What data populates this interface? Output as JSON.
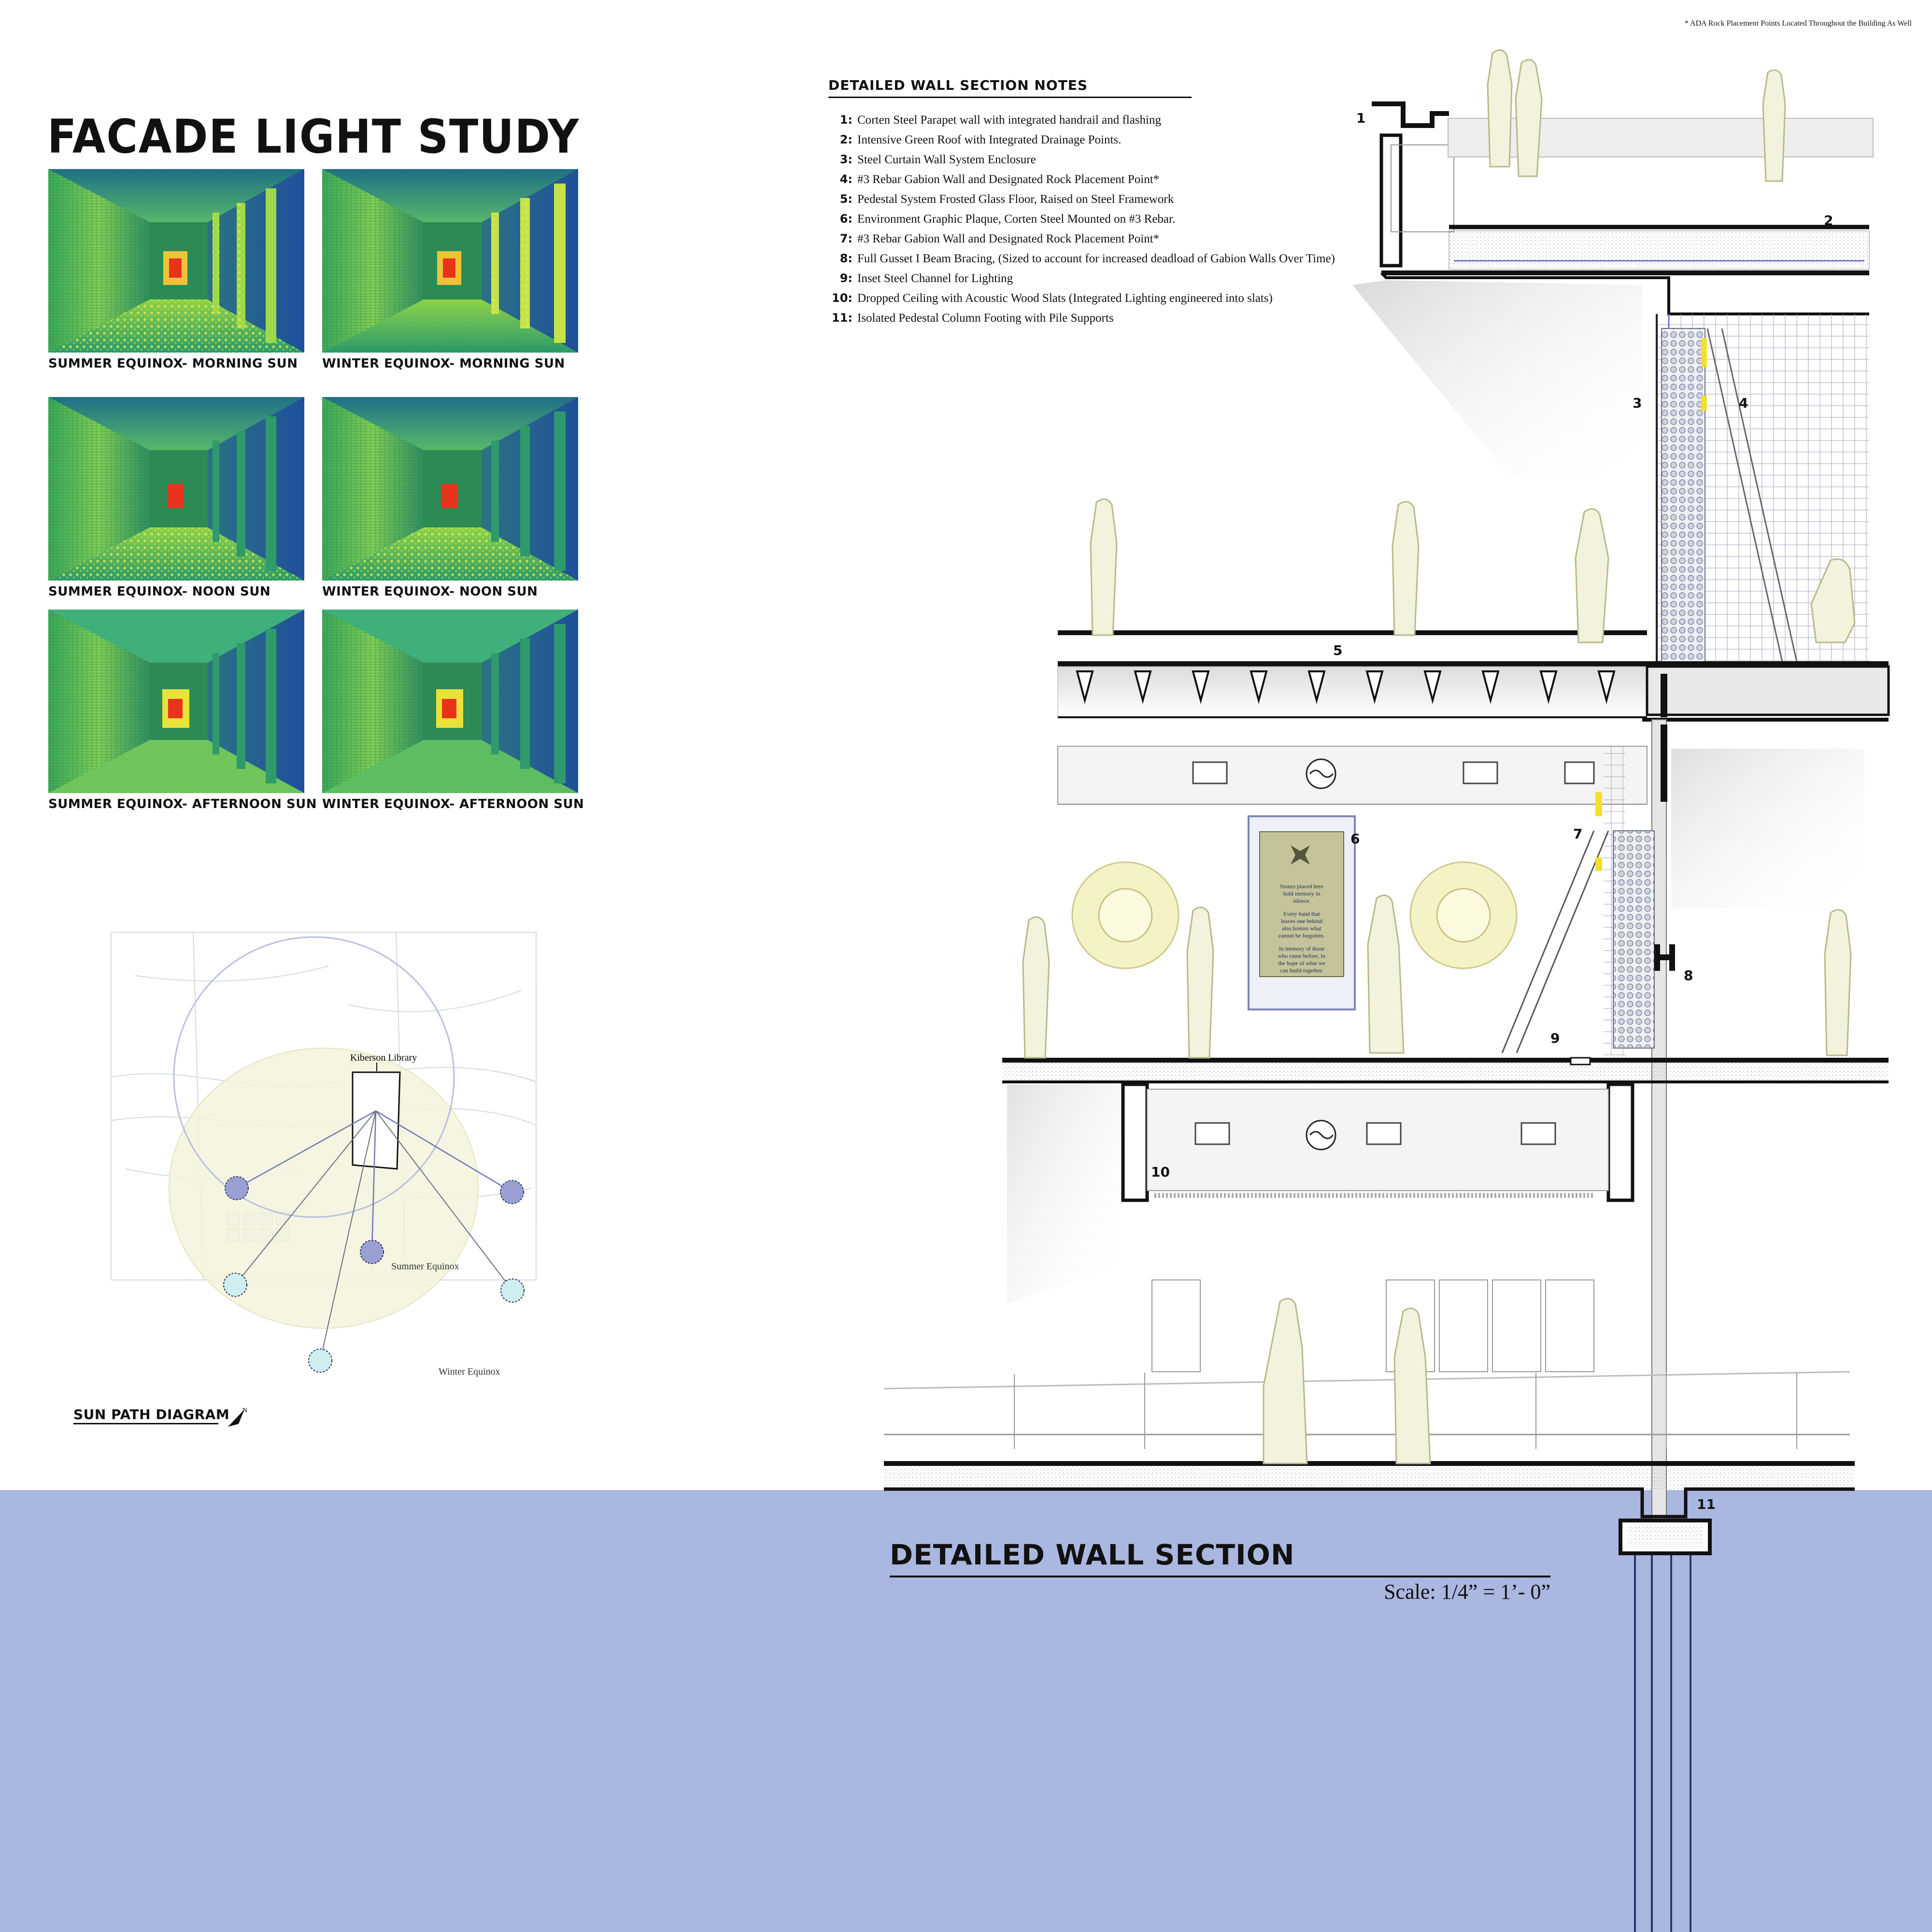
{
  "footnote": "* ADA Rock Placement Points Located Throughout the Building As Well",
  "light_study": {
    "title": "FACADE LIGHT STUDY",
    "panels": [
      {
        "caption": "SUMMER EQUINOX- MORNING SUN"
      },
      {
        "caption": "WINTER EQUINOX- MORNING SUN"
      },
      {
        "caption": "SUMMER EQUINOX- NOON SUN"
      },
      {
        "caption": "WINTER EQUINOX- NOON SUN"
      },
      {
        "caption": "SUMMER EQUINOX- AFTERNOON SUN"
      },
      {
        "caption": "WINTER EQUINOX- AFTERNOON SUN"
      }
    ]
  },
  "notes": {
    "title": "DETAILED WALL SECTION NOTES",
    "items": [
      {
        "num": "1:",
        "text": "Corten Steel Parapet wall with integrated handrail and flashing"
      },
      {
        "num": "2:",
        "text": "Intensive Green Roof with Integrated Drainage Points."
      },
      {
        "num": "3:",
        "text": "Steel Curtain Wall System Enclosure"
      },
      {
        "num": "4:",
        "text": "#3 Rebar Gabion Wall and Designated Rock Placement Point*"
      },
      {
        "num": "5:",
        "text": "Pedestal System Frosted Glass Floor, Raised on Steel Framework"
      },
      {
        "num": "6:",
        "text": "Environment Graphic Plaque, Corten Steel Mounted on #3 Rebar."
      },
      {
        "num": "7:",
        "text": "#3 Rebar Gabion Wall and Designated Rock Placement Point*"
      },
      {
        "num": "8:",
        "text": "Full Gusset I Beam Bracing, (Sized to account for increased deadload of Gabion Walls Over Time)"
      },
      {
        "num": "9:",
        "text": "Inset Steel Channel for Lighting"
      },
      {
        "num": "10:",
        "text": "Dropped Ceiling with Acoustic Wood Slats (Integrated Lighting engineered into slats)"
      },
      {
        "num": "11:",
        "text": "Isolated Pedestal Column Footing with Pile Supports"
      }
    ]
  },
  "sun_path": {
    "title": "SUN PATH DIAGRAM",
    "building_label": "Kiberson Library",
    "summer_label": "Summer Equinox",
    "winter_label": "Winter Equinox",
    "north": "N"
  },
  "plaque": {
    "lines": [
      "Stones placed here",
      "hold memory in",
      "silence.",
      "",
      "Every hand that",
      "leaves one behind",
      "also honors what",
      "cannot be forgotten.",
      "",
      "In memory of those",
      "who came before, In",
      "the hope of what we",
      "can build together."
    ]
  },
  "callouts": [
    "1",
    "2",
    "3",
    "4",
    "5",
    "6",
    "7",
    "8",
    "9",
    "10",
    "11"
  ],
  "wall_section": {
    "title": "DETAILED WALL SECTION",
    "scale": "Scale: 1/4” = 1’- 0”"
  },
  "colors": {
    "water": "#aab7e0",
    "heat_low": "#1f4f9a",
    "heat_mid": "#2fb37a",
    "heat_high": "#d9e83a",
    "heat_hot": "#e8331c",
    "figure_fill": "#f3f2dc",
    "figure_stroke": "#b7b98a"
  }
}
